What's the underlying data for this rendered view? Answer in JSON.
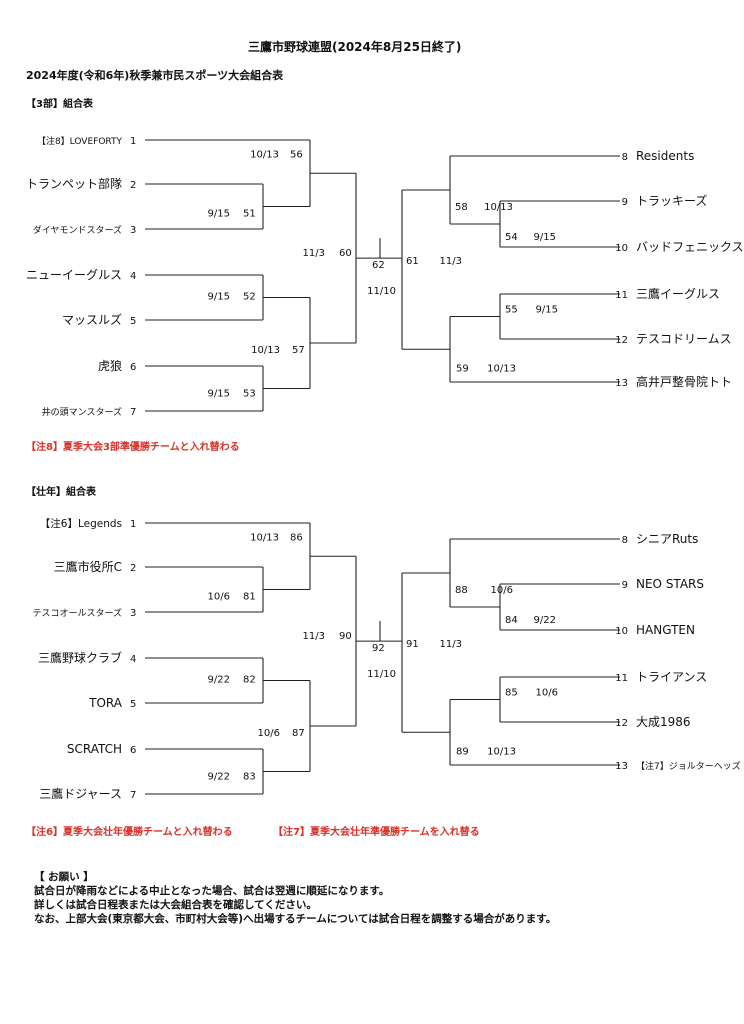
{
  "header": {
    "title": "三鷹市野球連盟(2024年8月25日終了)",
    "subtitle": "2024年度(令和6年)秋季兼市民スポーツ大会組合表"
  },
  "sections": [
    {
      "heading": "【3部】組合表",
      "teams": [
        {
          "n": "1",
          "name": "【注8】LOVEFORTY"
        },
        {
          "n": "2",
          "name": "トランペット部隊"
        },
        {
          "n": "3",
          "name": "ダイヤモンドスターズ"
        },
        {
          "n": "4",
          "name": "ニューイーグルス"
        },
        {
          "n": "5",
          "name": "マッスルズ"
        },
        {
          "n": "6",
          "name": "虎狼"
        },
        {
          "n": "7",
          "name": "井の頭マンスターズ"
        },
        {
          "n": "8",
          "name": "Residents"
        },
        {
          "n": "9",
          "name": "トラッキーズ"
        },
        {
          "n": "10",
          "name": "バッドフェニックス"
        },
        {
          "n": "11",
          "name": "三鷹イーグルス"
        },
        {
          "n": "12",
          "name": "テスコドリームス"
        },
        {
          "n": "13",
          "name": "高井戸整骨院トト"
        }
      ],
      "games": [
        {
          "no": "56",
          "date": "10/13"
        },
        {
          "no": "51",
          "date": "9/15"
        },
        {
          "no": "52",
          "date": "9/15"
        },
        {
          "no": "57",
          "date": "10/13"
        },
        {
          "no": "53",
          "date": "9/15"
        },
        {
          "no": "60",
          "date": "11/3"
        },
        {
          "no": "62",
          "date": "11/10"
        },
        {
          "no": "61",
          "date": "11/3"
        },
        {
          "no": "58",
          "date": "10/13"
        },
        {
          "no": "54",
          "date": "9/15"
        },
        {
          "no": "55",
          "date": "9/15"
        },
        {
          "no": "59",
          "date": "10/13"
        }
      ],
      "notes": [
        "【注8】夏季大会3部準優勝チームと入れ替わる"
      ]
    },
    {
      "heading": "【壮年】組合表",
      "teams": [
        {
          "n": "1",
          "name": "【注6】Legends"
        },
        {
          "n": "2",
          "name": "三鷹市役所C"
        },
        {
          "n": "3",
          "name": "テスコオールスターズ"
        },
        {
          "n": "4",
          "name": "三鷹野球クラブ"
        },
        {
          "n": "5",
          "name": "TORA"
        },
        {
          "n": "6",
          "name": "SCRATCH"
        },
        {
          "n": "7",
          "name": "三鷹ドジャース"
        },
        {
          "n": "8",
          "name": "シニアRuts"
        },
        {
          "n": "9",
          "name": "NEO STARS"
        },
        {
          "n": "10",
          "name": "HANGTEN"
        },
        {
          "n": "11",
          "name": "トライアンス"
        },
        {
          "n": "12",
          "name": "大成1986"
        },
        {
          "n": "13",
          "name": "【注7】ジョルターヘッズ"
        }
      ],
      "games": [
        {
          "no": "86",
          "date": "10/13"
        },
        {
          "no": "81",
          "date": "10/6"
        },
        {
          "no": "82",
          "date": "9/22"
        },
        {
          "no": "87",
          "date": "10/6"
        },
        {
          "no": "83",
          "date": "9/22"
        },
        {
          "no": "90",
          "date": "11/3"
        },
        {
          "no": "92",
          "date": "11/10"
        },
        {
          "no": "91",
          "date": "11/3"
        },
        {
          "no": "88",
          "date": "10/6"
        },
        {
          "no": "84",
          "date": "9/22"
        },
        {
          "no": "85",
          "date": "10/6"
        },
        {
          "no": "89",
          "date": "10/13"
        }
      ],
      "notes": [
        "【注6】夏季大会壮年優勝チームと入れ替わる",
        "【注7】夏季大会壮年準優勝チームを入れ替る"
      ]
    }
  ],
  "request": {
    "heading": "【  お願い  】",
    "lines": [
      "試合日が降雨などによる中止となった場合、試合は翌週に順延になります。",
      "詳しくは試合日程表または大会組合表を確認してください。",
      "なお、上部大会(東京都大会、市町村大会等)へ出場するチームについては試合日程を調整する場合があります。"
    ]
  }
}
